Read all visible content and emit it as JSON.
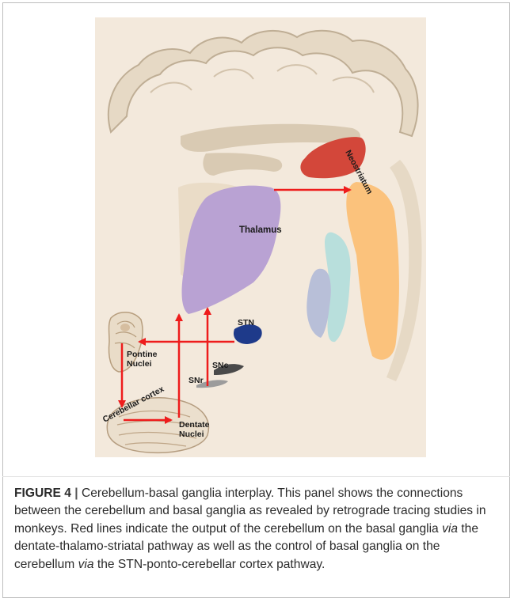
{
  "figure": {
    "labels": {
      "neostriatum": "Neostriatum",
      "thalamus": "Thalamus",
      "stn": "STN",
      "pontine_nuclei_line1": "Pontine",
      "pontine_nuclei_line2": "Nuclei",
      "snc": "SNc",
      "snr": "SNr",
      "cerebellar_cortex": "Cerebellar cortex",
      "dentate_nuclei_line1": "Dentate",
      "dentate_nuclei_line2": "Nuclei"
    },
    "colors": {
      "background": "#f3e9dc",
      "neostriatum": "#d3473a",
      "thalamus": "#b9a2d3",
      "stn": "#1e3a8a",
      "striatum_orange": "#fbc27c",
      "teal": "#b8dfdc",
      "lavender_gray": "#b8bfd8",
      "arrow": "#ee1c1c"
    }
  },
  "caption": {
    "figure_label": "FIGURE 4",
    "separator": "|",
    "part1": " Cerebellum-basal ganglia interplay. This panel shows the connections between the cerebellum and basal ganglia as revealed by retrograde tracing studies in monkeys. Red lines indicate the output of the cerebellum on the basal ganglia ",
    "via1": "via",
    "part2": " the dentate-thalamo-striatal pathway as well as the control of basal ganglia on the cerebellum ",
    "via2": "via",
    "part3": " the STN-ponto-cerebellar cortex pathway."
  }
}
